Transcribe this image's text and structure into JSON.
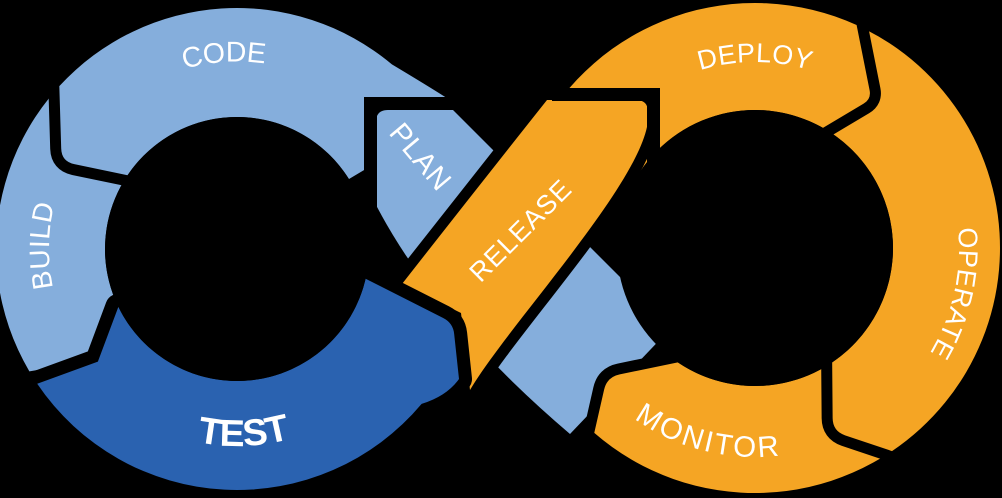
{
  "diagram": {
    "left_loop": {
      "labels": {
        "plan": "PLAN",
        "code": "CODE",
        "build": "BUILD",
        "test": "TEST"
      }
    },
    "right_loop": {
      "labels": {
        "release": "RELEASE",
        "deploy": "DEPLOY",
        "operate": "OPERATE",
        "monitor": "MONITOR"
      }
    },
    "colors": {
      "background": "#000000",
      "light_blue": "#85AEDC",
      "dark_blue": "#2A62B0",
      "orange": "#F5A524",
      "text": "#FFFFFF"
    }
  }
}
